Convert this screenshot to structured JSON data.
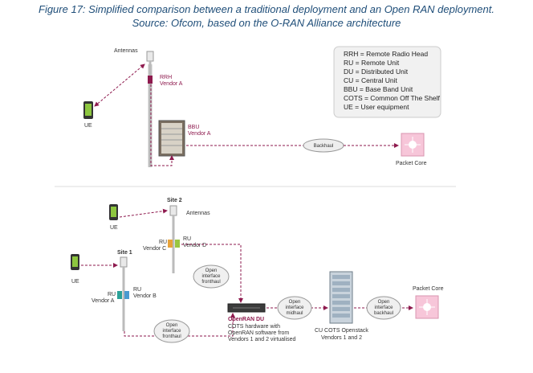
{
  "caption": {
    "line1": "Figure 17: Simplified comparison between a traditional deployment and an Open RAN deployment.",
    "line2": "Source: Ofcom, based on the O-RAN Alliance architecture"
  },
  "legend": [
    "RRH = Remote Radio Head",
    "RU = Remote Unit",
    "DU = Distributed Unit",
    "CU = Central Unit",
    "BBU = Base Band Unit",
    "COTS = Common Off The Shelf",
    "UE = User equipment"
  ],
  "top": {
    "antennas": "Antennas",
    "rrh": "RRH",
    "rrh_vendor": "Vendor A",
    "ue": "UE",
    "bbu": "BBU",
    "bbu_vendor": "Vendor A",
    "backhaul": "Backhaul",
    "packet_core": "Packet Core"
  },
  "bottom": {
    "site2": "Site 2",
    "antennas": "Antennas",
    "ue_site2": "UE",
    "ru_site2_c": "RU",
    "vendor_c": "Vendor C",
    "ru_site2_d": "RU",
    "vendor_d": "Vendor D",
    "site1": "Site 1",
    "ue_site1": "UE",
    "ru_site1_a": "RU",
    "vendor_a": "Vendor A",
    "ru_site1_b": "RU",
    "vendor_b": "Vendor B",
    "fronthaul_top": [
      "Open",
      "interface",
      "fronthaul"
    ],
    "fronthaul_bottom": [
      "Open",
      "interface",
      "fronthaul"
    ],
    "midhaul": [
      "Open",
      "interface",
      "midhaul"
    ],
    "backhaul": [
      "Open",
      "interface",
      "backhaul"
    ],
    "du_title": "OpenRAN DU",
    "du_desc": [
      "COTS hardware with",
      "OpenRAN software from",
      "Vendors 1 and 2 virtualised"
    ],
    "cu_title": "CU COTS Openstack",
    "cu_desc": "Vendors 1 and 2",
    "packet_core": "Packet Core"
  },
  "colors": {
    "caption": "#1f4e79",
    "link": "#8e1a4e",
    "vendor_a_ru": "#2aa198",
    "vendor_b_ru": "#4a9ad0",
    "vendor_c_ru": "#e8a33a",
    "vendor_d_ru": "#9ac640",
    "packet_core": "#f7c6d9"
  }
}
